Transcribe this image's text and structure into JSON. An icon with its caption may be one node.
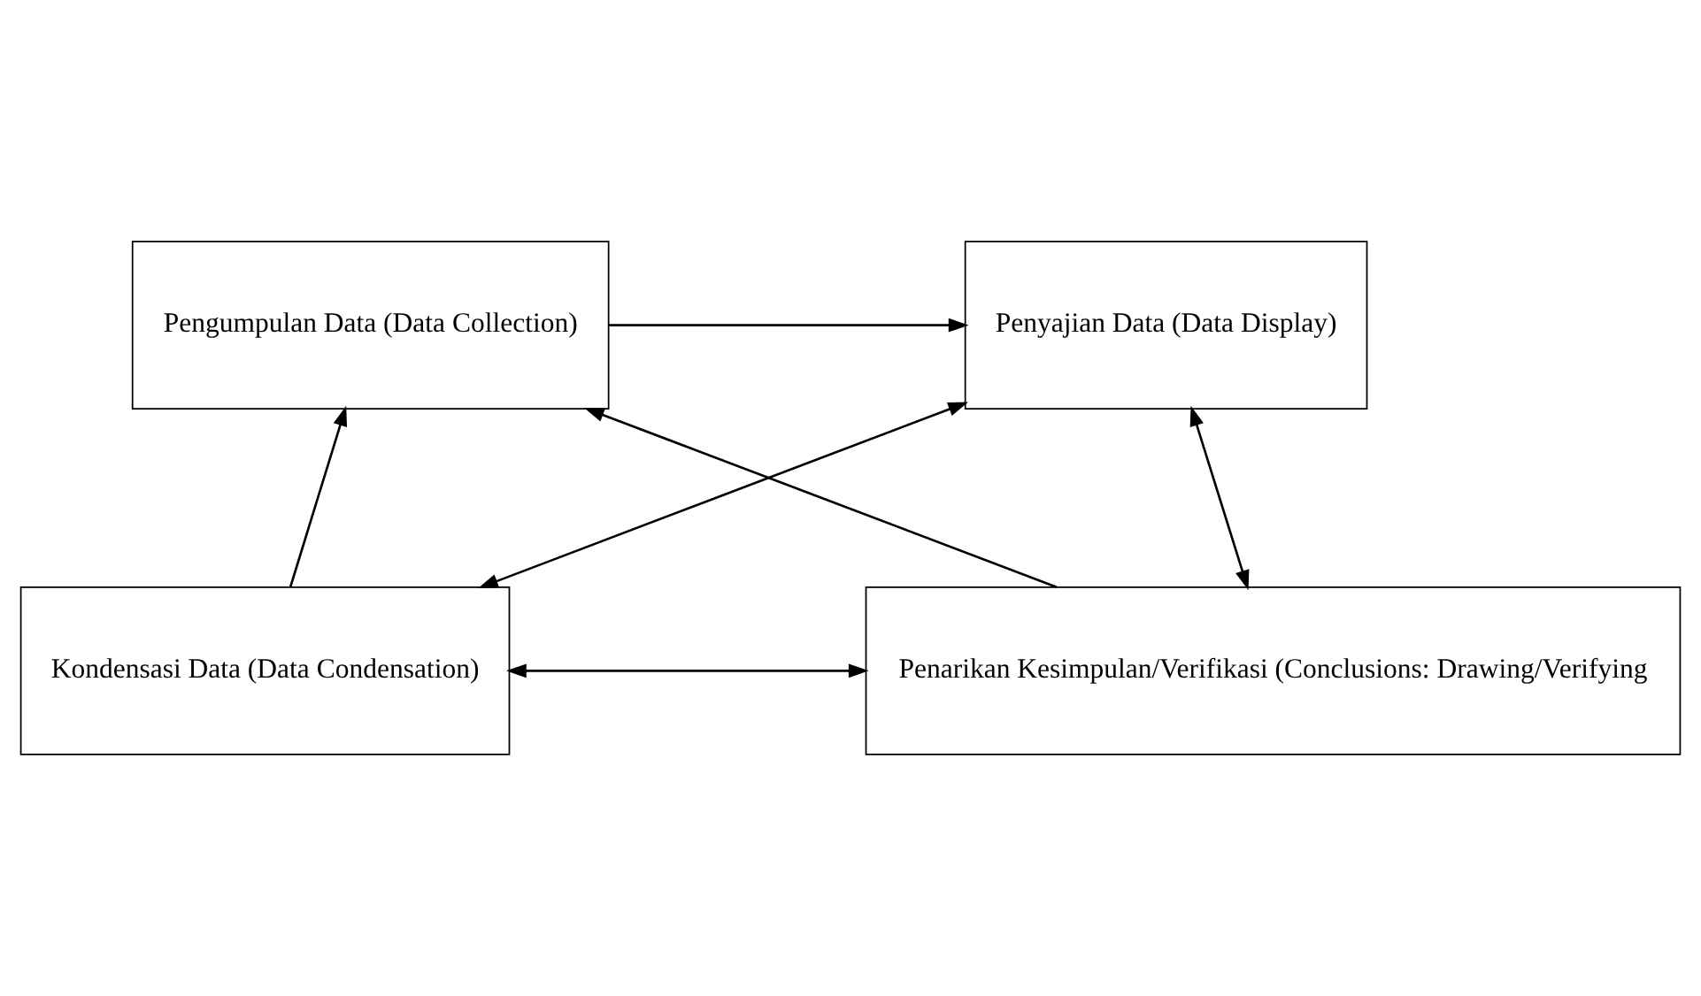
{
  "diagram": {
    "nodes": [
      {
        "text": [
          "Pengumpulan Data (Data Collection)"
        ]
      },
      {
        "text": [
          "Penyajian Data (Data Display)"
        ]
      },
      {
        "text": [
          "Kondensasi Data (Data Condensation)"
        ]
      },
      {
        "text": [
          "Penarikan Kesimpulan/Verifikasi (Conclusions: Drawing/Verifying"
        ]
      }
    ],
    "edges": [
      {
        "from": 0,
        "to": 1,
        "arrow": "to"
      },
      {
        "from": 2,
        "to": 0,
        "arrow": "to"
      },
      {
        "from": 1,
        "to": 3,
        "arrow": "both"
      },
      {
        "from": 3,
        "to": 0,
        "arrow": "to"
      },
      {
        "from": 2,
        "to": 1,
        "arrow": "both"
      },
      {
        "from": 2,
        "to": 3,
        "arrow": "both"
      }
    ]
  }
}
